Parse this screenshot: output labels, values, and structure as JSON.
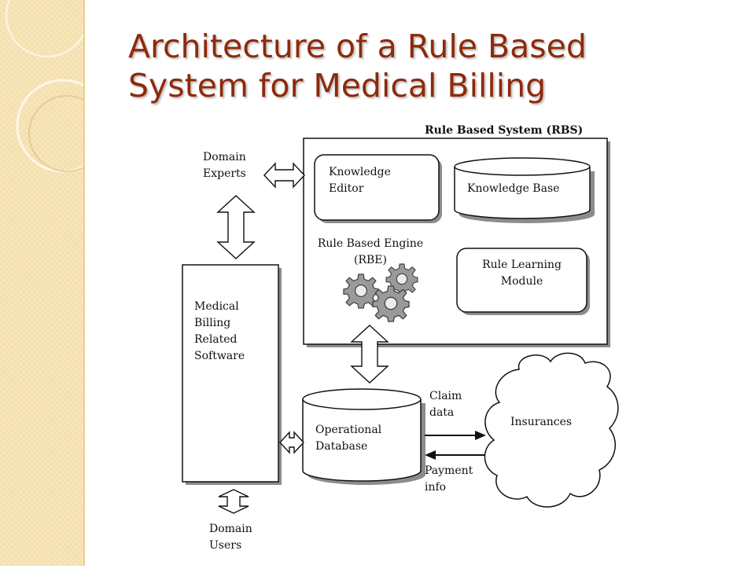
{
  "slide": {
    "title_line1": "Architecture of a Rule Based",
    "title_line2": "System for Medical Billing"
  },
  "diagram": {
    "rbs_label": "Rule Based System (RBS)",
    "domain_experts": [
      "Domain",
      "Experts"
    ],
    "knowledge_editor": [
      "Knowledge",
      "Editor"
    ],
    "knowledge_base": "Knowledge Base",
    "rule_engine": [
      "Rule Based Engine",
      "(RBE)"
    ],
    "rule_learning": [
      "Rule Learning",
      "Module"
    ],
    "medical_software": [
      "Medical",
      "Billing",
      "Related",
      "Software"
    ],
    "operational_db": [
      "Operational",
      "Database"
    ],
    "claim_data": [
      "Claim",
      "data"
    ],
    "payment_info": [
      "Payment",
      "info"
    ],
    "insurances": "Insurances",
    "domain_users": [
      "Domain",
      "Users"
    ]
  },
  "colors": {
    "title": "#8d2a0b",
    "sidebar": "#f6e3b4",
    "gear": "#9a9a9a",
    "shadow": "#8c8c8c"
  }
}
